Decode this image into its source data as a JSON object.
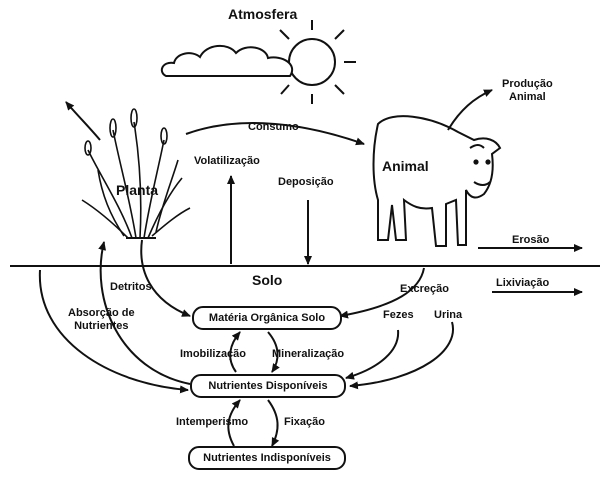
{
  "labels": {
    "atmosfera": "Atmosfera",
    "producao_line1": "Produção",
    "producao_line2": "Animal",
    "consumo": "Consumo",
    "volatilizacao": "Volatilização",
    "deposicao": "Deposição",
    "planta": "Planta",
    "animal": "Animal",
    "erosao": "Erosão",
    "lixiviacao": "Lixiviação",
    "solo": "Solo",
    "detritos": "Detritos",
    "excrecao": "Excreção",
    "absorcao_line1": "Absorção de",
    "absorcao_line2": "Nutrientes",
    "fezes": "Fezes",
    "urina": "Urina",
    "imobilizacao": "Imobilização",
    "mineralizacao": "Mineralização",
    "intemperismo": "Intemperismo",
    "fixacao": "Fixação"
  },
  "boxes": {
    "materia_organica": "Matéria Orgânica Solo",
    "nutrientes_disponiveis": "Nutrientes Disponíveis",
    "nutrientes_indisponiveis": "Nutrientes Indisponíveis"
  }
}
